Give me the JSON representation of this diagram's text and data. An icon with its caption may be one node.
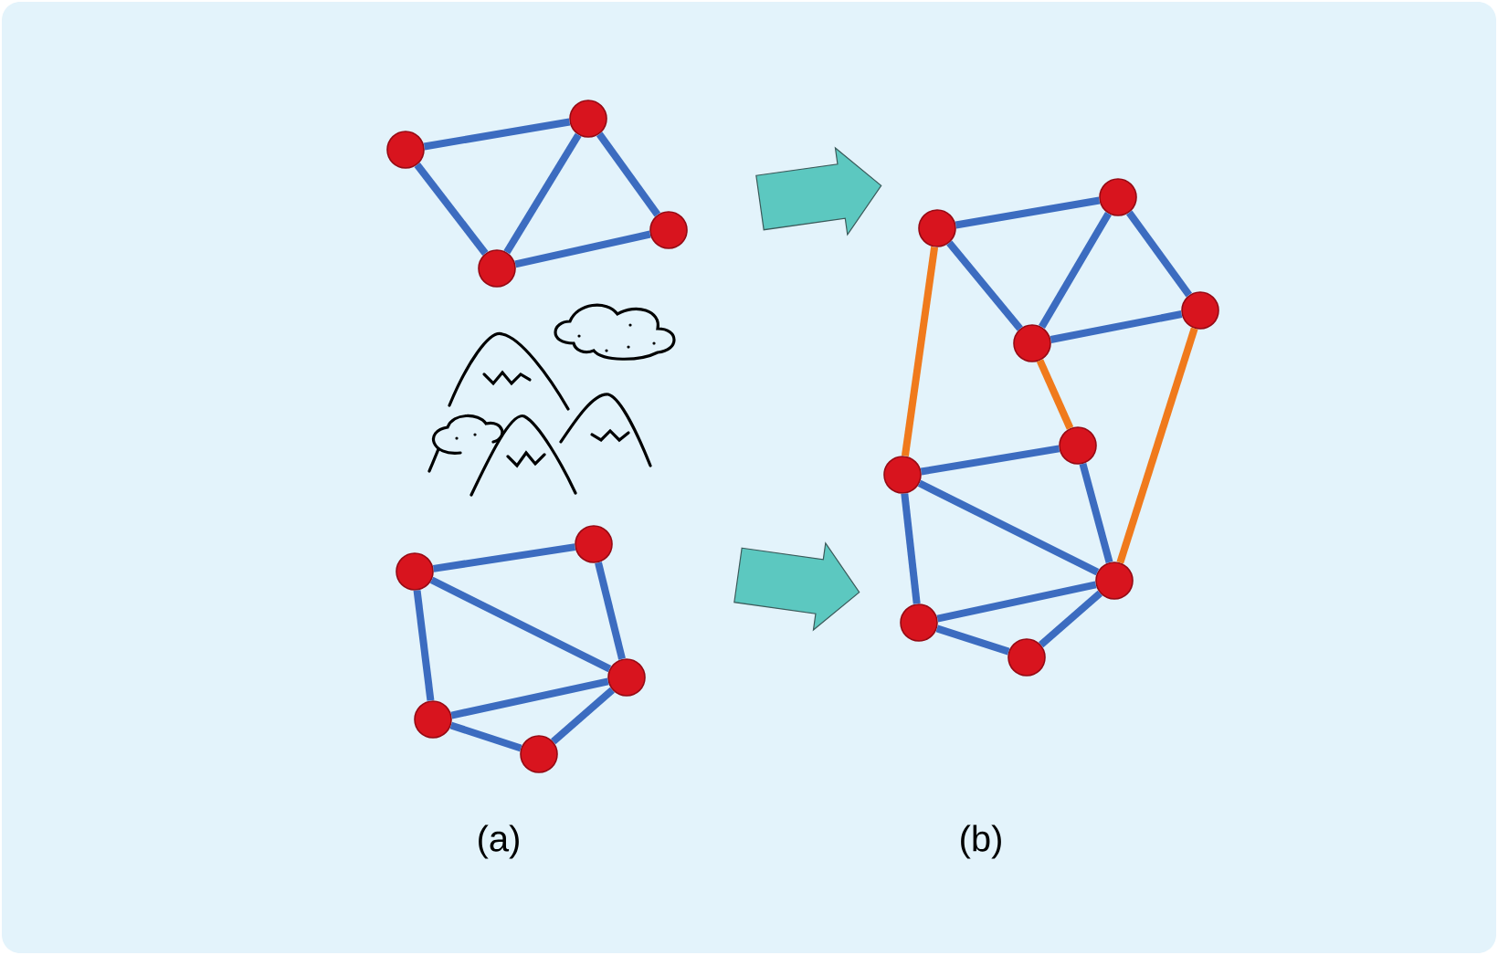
{
  "diagram": {
    "nodes": [
      {
        "text": [],
        "shape": "circle"
      },
      {
        "text": [],
        "shape": "circle"
      },
      {
        "text": [],
        "shape": "circle"
      },
      {
        "text": [],
        "shape": "circle"
      },
      {
        "text": [],
        "shape": "circle"
      },
      {
        "text": [],
        "shape": "circle"
      },
      {
        "text": [],
        "shape": "circle"
      },
      {
        "text": [],
        "shape": "circle"
      },
      {
        "text": [],
        "shape": "circle"
      },
      {
        "text": [],
        "shape": "circle"
      },
      {
        "text": [],
        "shape": "circle"
      },
      {
        "text": [],
        "shape": "circle"
      },
      {
        "text": [],
        "shape": "circle"
      },
      {
        "text": [],
        "shape": "circle"
      },
      {
        "text": [],
        "shape": "circle"
      },
      {
        "text": [],
        "shape": "circle"
      },
      {
        "text": [],
        "shape": "circle"
      },
      {
        "text": [],
        "shape": "circle"
      }
    ],
    "edges": [
      {
        "from": 0,
        "to": 1,
        "arrow": "none"
      },
      {
        "from": 0,
        "to": 2,
        "arrow": "none"
      },
      {
        "from": 2,
        "to": 1,
        "arrow": "none"
      },
      {
        "from": 1,
        "to": 3,
        "arrow": "none"
      },
      {
        "from": 2,
        "to": 3,
        "arrow": "none"
      },
      {
        "from": 4,
        "to": 5,
        "arrow": "none"
      },
      {
        "from": 5,
        "to": 6,
        "arrow": "none"
      },
      {
        "from": 4,
        "to": 6,
        "arrow": "none"
      },
      {
        "from": 4,
        "to": 7,
        "arrow": "none"
      },
      {
        "from": 7,
        "to": 6,
        "arrow": "none"
      },
      {
        "from": 7,
        "to": 8,
        "arrow": "none"
      },
      {
        "from": 8,
        "to": 6,
        "arrow": "none"
      },
      {
        "from": 9,
        "to": 10,
        "arrow": "none"
      },
      {
        "from": 9,
        "to": 12,
        "arrow": "none"
      },
      {
        "from": 10,
        "to": 12,
        "arrow": "none"
      },
      {
        "from": 10,
        "to": 11,
        "arrow": "none"
      },
      {
        "from": 12,
        "to": 11,
        "arrow": "none"
      },
      {
        "from": 9,
        "to": 14,
        "arrow": "none",
        "color": "#f07a1c"
      },
      {
        "from": 12,
        "to": 13,
        "arrow": "none",
        "color": "#f07a1c"
      },
      {
        "from": 11,
        "to": 15,
        "arrow": "none",
        "color": "#f07a1c"
      },
      {
        "from": 14,
        "to": 13,
        "arrow": "none"
      },
      {
        "from": 14,
        "to": 15,
        "arrow": "none"
      },
      {
        "from": 13,
        "to": 15,
        "arrow": "none"
      },
      {
        "from": 14,
        "to": 16,
        "arrow": "none"
      },
      {
        "from": 16,
        "to": 15,
        "arrow": "none"
      },
      {
        "from": 16,
        "to": 17,
        "arrow": "none"
      },
      {
        "from": 17,
        "to": 15,
        "arrow": "none"
      }
    ],
    "labels": [
      "(a)",
      "(b)"
    ]
  }
}
